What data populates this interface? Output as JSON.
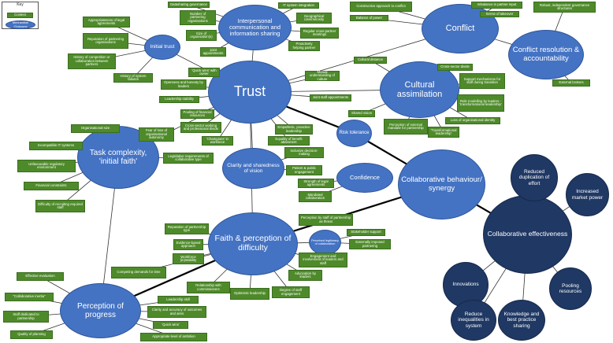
{
  "key": {
    "title": "Key",
    "context": "Context",
    "mechanism": "Mechanism /Outcome"
  },
  "colors": {
    "context": "#4e8a2a",
    "mechanism": "#4473c4",
    "outcome": "#1f3864",
    "connector": "#333333"
  },
  "mechanisms": {
    "trust": "Trust",
    "interpersonal": "Interpersonal communication and information sharing",
    "initial_trust": "Initial trust",
    "conflict": "Conflict",
    "conflict_resolution": "Conflict resolution & accountability",
    "cultural": "Cultural assimilation",
    "risk": "Risk tolerance",
    "task": "Task complexity, 'initial faith'",
    "clarity": "Clarity and sharedness of vision",
    "confidence": "Confidence",
    "collab_behaviour": "Collaborative behaviour/ synergy",
    "faith": "Faith & perception of difficulty",
    "legitimacy": "Perceived legitimacy of collaboration",
    "progress": "Perception of progress"
  },
  "outcomes": {
    "effectiveness": "Collaborative effectiveness",
    "reduced_duplication": "Reduced duplication of effort",
    "market_power": "Increased market power",
    "innovations": "Innovations",
    "pooling": "Pooling resources",
    "reduce_inequalities": "Reduce inequalities in system",
    "knowledge": "Knowledge and best practice sharing"
  },
  "contexts": {
    "datasharing": "Datasharing governance",
    "num_orgs": "Number of partnering organisations",
    "size_orgs": "Size of organisation(s)",
    "joint_appointments_top": "Joint appointments",
    "it_integration": "IT system integration",
    "geo_coterminosity": "Geographical coterminosity",
    "regular_meetings": "Regular cross-partner meetings",
    "proactive_partner": "Proactively helping partner",
    "constructive_approach": "Constructive approach to conflict",
    "balance_power": "Balance of power",
    "imbalance_input": "Imbalance in partner input",
    "sense_takeover": "Sense of takeover",
    "robust_governance": "Robust, independent governance structures",
    "external_brokers": "External brokers",
    "appropriateness_legal": "Appropriateness of legal agreements",
    "reputation_orgs": "Reputation of partnering organisations",
    "history_competition": "History of competition or collaboration between partners",
    "history_failures": "History of system failures",
    "quick_wins_owner": "'Quick wins' with owner",
    "openness": "Openness and honesty by leaders",
    "leadership_stability": "Leadership stability",
    "pooling_financial": "Pooling of financial resources",
    "cross_sector_working": "Cross-sector working and professional divide",
    "champions": "'Champions' in workforce",
    "mutual_understanding": "Mutual understanding of culture",
    "joint_staff": "Joint staff appointments",
    "empathetic_leadership": "Empathetic, proactive leadership",
    "equality_benefit": "Equality of benefit attainment",
    "cultural_distance": "Cultural distance",
    "cross_sector_divide": "Cross-sector divide",
    "support_mechanisms": "Support mechanisms for staff during transition",
    "role_modelling": "Role modelling by leaders - 'transformational leadership'",
    "shared_vision": "Shared vision",
    "external_mandate": "Perception of external mandate for partnership",
    "transformational": "'Transformational leadership'",
    "loss_identity": "Loss of organisational identity",
    "org_size": "Organisational size",
    "fear_autonomy": "Fear of loss of organisational autonomy",
    "incompatible_it": "Incompatible IT systems",
    "unfavourable_reg": "Unfavourable regulatory environment",
    "legislative": "Legislative requirements of collaborative type",
    "financial_constraints": "Financial constraints",
    "difficulty_recruiting": "Difficulty of recruiting required staff",
    "inclusive_decision": "Inclusive decision-making",
    "patient_engagement": "Patient & public engagement",
    "strength_legal": "Strength of legal agreements",
    "mandated": "Mandated collaboration",
    "reputation_type": "Reputation of partnership type",
    "evidence_based": "Evidence-based approach",
    "workforce": "Workforce (in)stability",
    "perception_threat": "Perception by staff of partnership as threat",
    "stakeholder": "Stakeholder support",
    "externally_imposed": "Externally imposed partnering",
    "engagement": "Engagement and involvement of leaders and staff",
    "advocation": "Advocation by leaders",
    "competing_demands": "Competing demands for time",
    "relationship_commissioners": "Relationship with commissioners",
    "optimistic": "Optimistic leadership",
    "degree_staff": "Degree of staff engagement",
    "effective_eval": "Effective evaluation",
    "collab_inertia": "\"Collaborative inertia\"",
    "staff_dedicated": "Staff dedicated to partnership",
    "quality_planning": "Quality of planning",
    "leadership_skill": "Leadership skill",
    "clarity_outcomes": "Clarity and accuracy of outcomes and aims",
    "quick_wins": "'Quick wins'",
    "ambition": "Appropriate level of ambition"
  }
}
